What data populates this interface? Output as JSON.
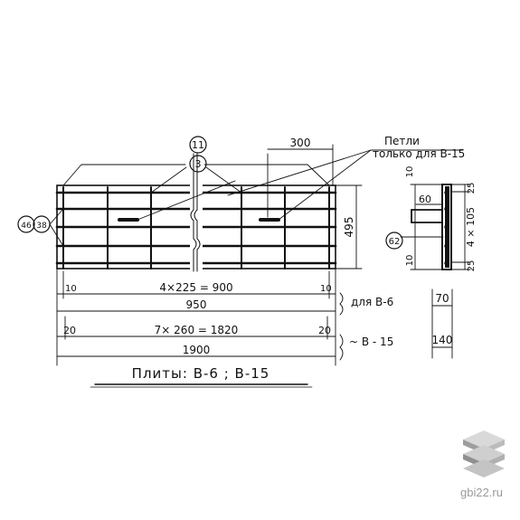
{
  "drawing": {
    "title": "Плиты:  В-6 ; В-15",
    "section_mark_top": "11",
    "section_mark_bottom": "3",
    "mark_left_top": "46",
    "mark_left_bottom": "38",
    "mark_side": "62",
    "note_loops_line1": "Петли",
    "note_loops_line2": "только для  В-15",
    "dim_loop_offset": "300",
    "dim_height": "495",
    "dim_bars_b6": "4×225 = 900",
    "dim_edge_b6_left": "10",
    "dim_edge_b6_right": "10",
    "dim_total_b6": "950",
    "label_b6": "для В-6",
    "dim_width_b6": "70",
    "dim_bars_b15": "7× 260 = 1820",
    "dim_edge_b15_left": "20",
    "dim_edge_b15_right": "20",
    "dim_total_b15": "1900",
    "label_b15": "~ В - 15",
    "dim_width_b15": "140",
    "side_top": "25",
    "side_mid": "4 × 105",
    "side_bottom": "25",
    "side_10_top": "10",
    "side_10_bottom": "10",
    "side_60": "60"
  },
  "watermark": {
    "text": "gbi22.ru"
  }
}
